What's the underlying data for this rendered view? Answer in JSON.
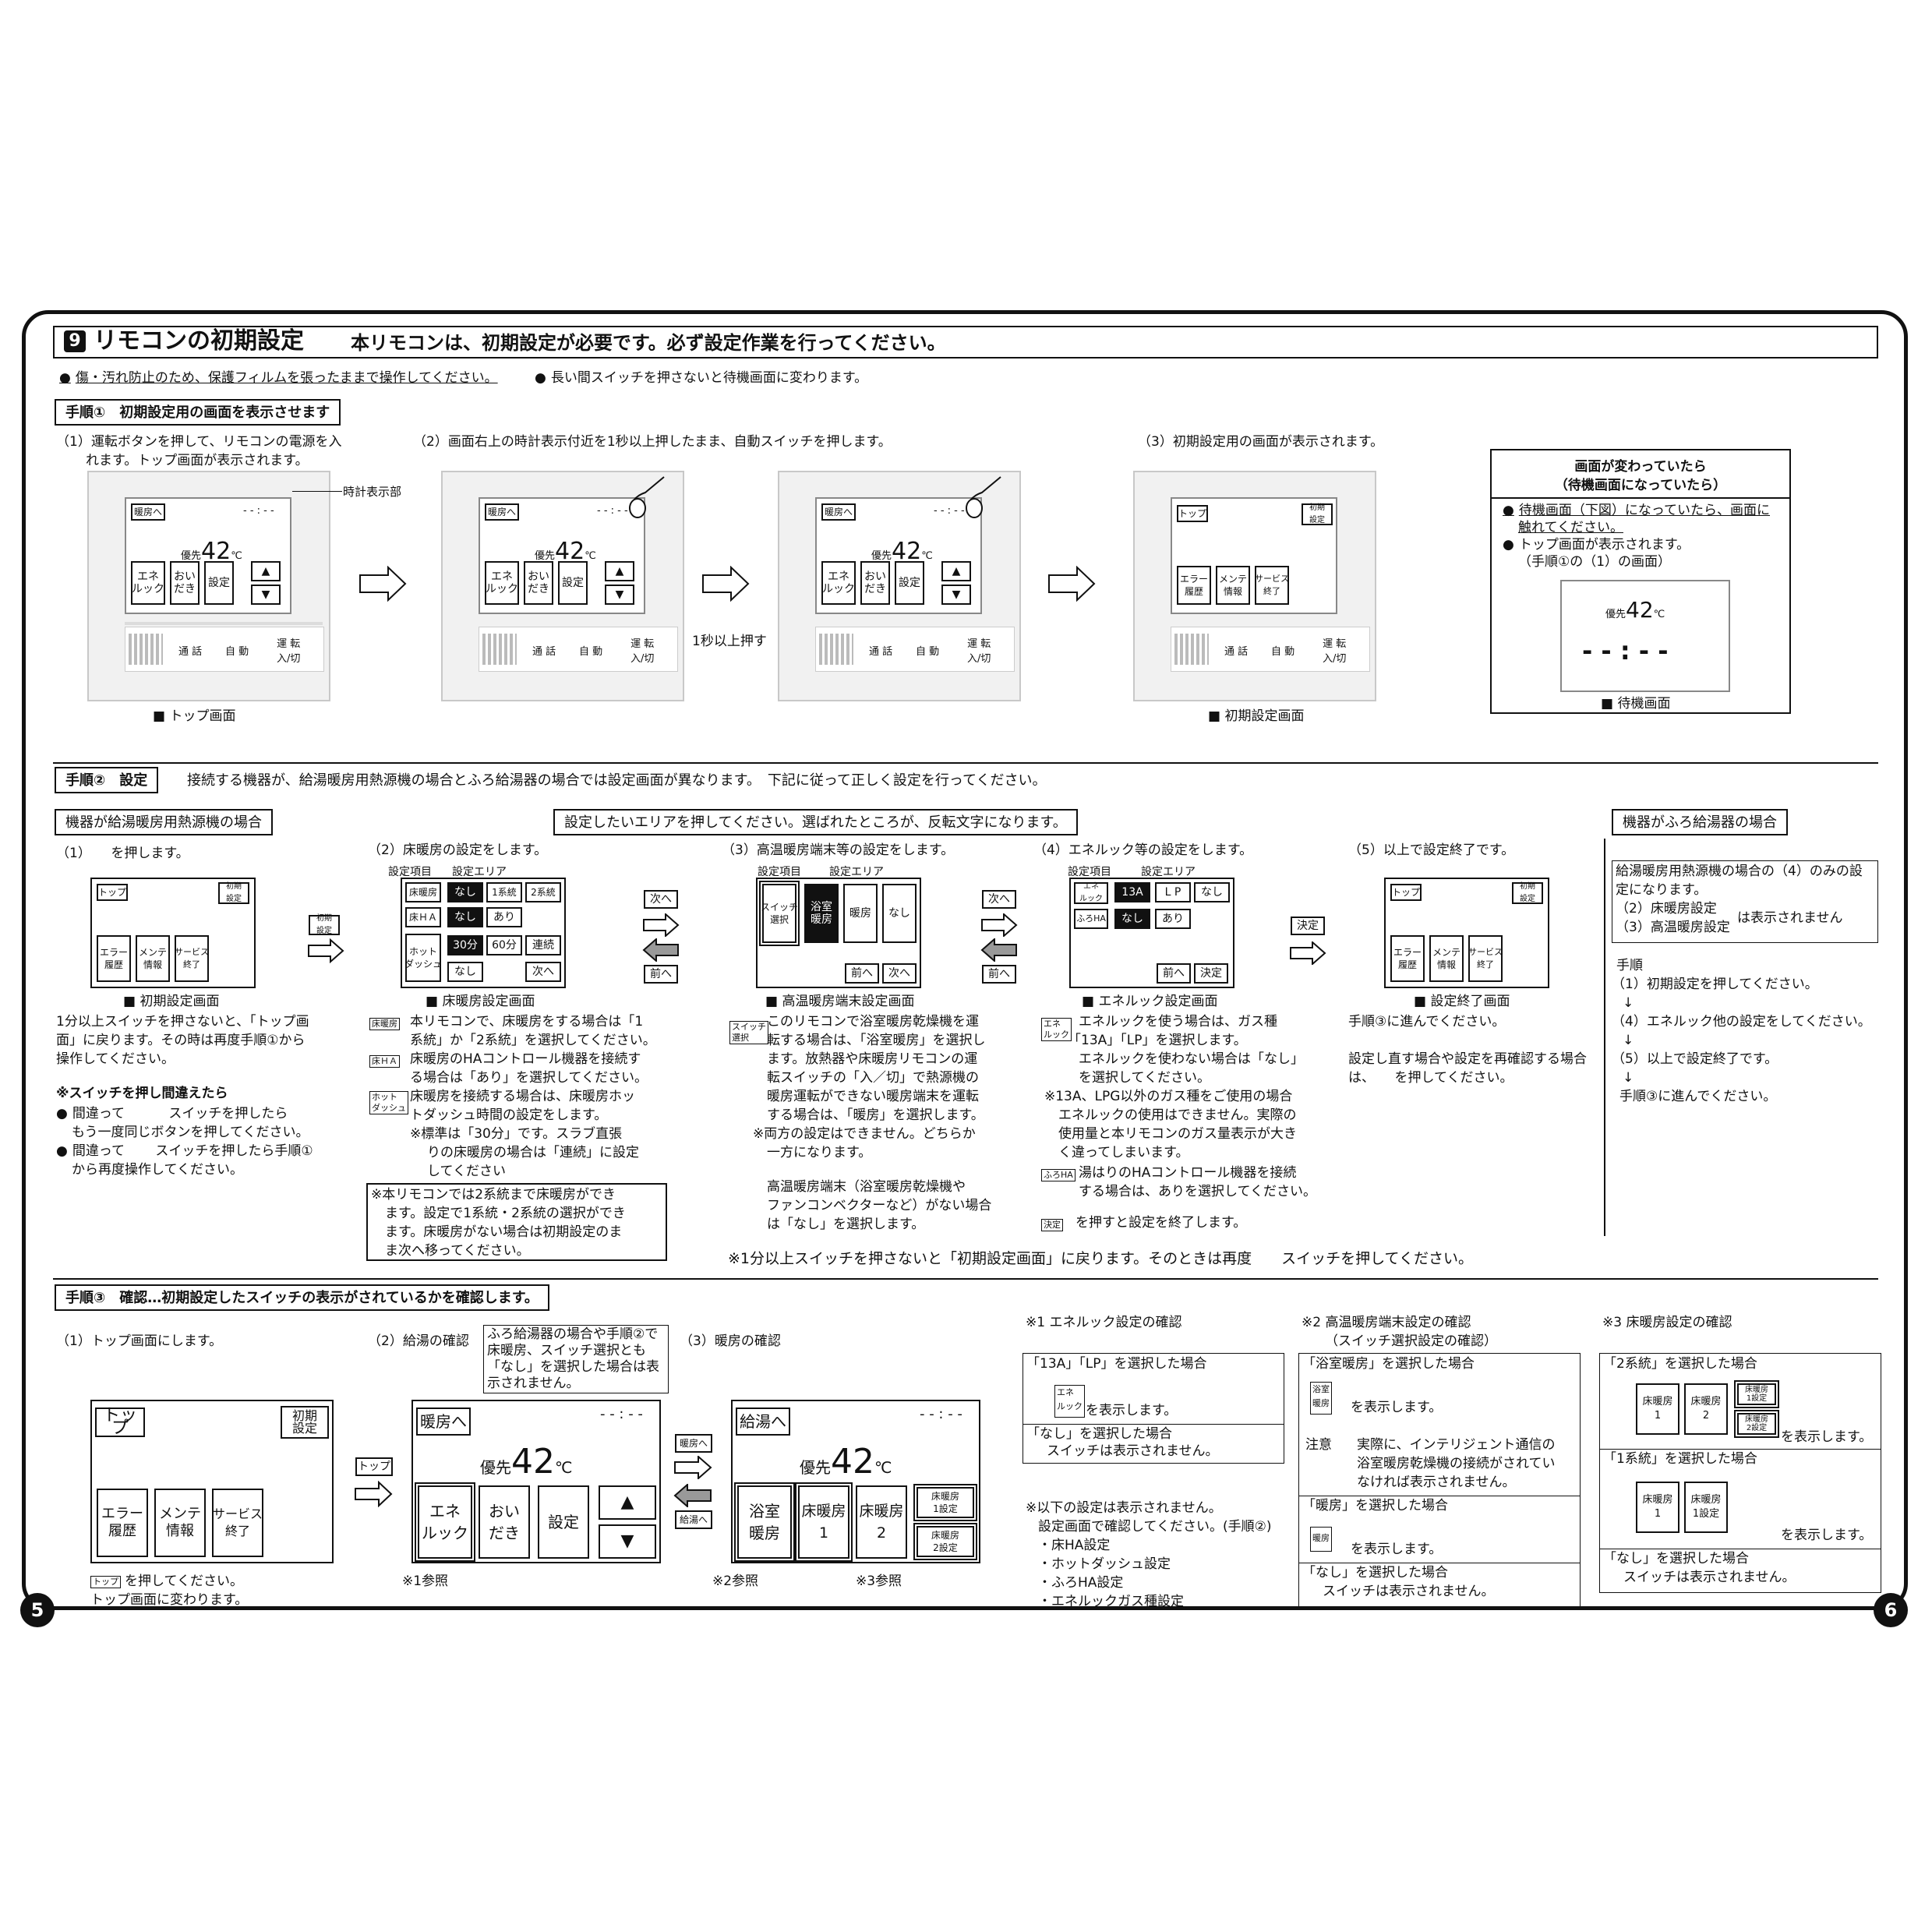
{
  "title": {
    "num": "9",
    "main": "リモコンの初期設定",
    "sub": "本リモコンは、初期設定が必要です。必ず設定作業を行ってください。"
  },
  "notes": [
    "傷・汚れ防止のため、保護フィルムを張ったままで操作してください。",
    "長い間スイッチを押さないと待機画面に変わります。"
  ],
  "step1": {
    "label": "手順①　初期設定用の画面を表示させます",
    "s1": "（1）運転ボタンを押して、リモコンの電源を入",
    "s1b": "れます。トップ画面が表示されます。",
    "s2": "（2）画面右上の時計表示付近を1秒以上押したまま、自動スイッチを押します。",
    "s3": "（3）初期設定用の画面が表示されます。",
    "clock_label": "時計表示部",
    "press_label": "1秒以上押す",
    "cap_top": "■ トップ画面",
    "cap_init": "■ 初期設定画面",
    "box_title1": "画面が変わっていたら",
    "box_title2": "（待機画面になっていたら）",
    "box_b1a": "待機画面（下図）になっていたら、画面に",
    "box_b1b": "触れてください。",
    "box_b2": "トップ画面が表示されます。",
    "box_b2b": "（手順①の（1）の画面）",
    "cap_standby": "■ 待機画面"
  },
  "remote": {
    "danbou_he": "暖房へ",
    "clock": "- - : - -",
    "yusen": "優先",
    "temp": "42",
    "unit": "℃",
    "ene": "エネ\nルック",
    "oidaki": "おい\nだき",
    "settei": "設定",
    "tsuwa": "通 話",
    "jido": "自 動",
    "unten": "運 転\n入/切",
    "top": "トップ",
    "shoki": "初期\n設定",
    "error": "エラー\n履歴",
    "mente": "メンテ\n情報",
    "service": "サービス\n終了"
  },
  "step2": {
    "label": "手順②　設定",
    "desc": "接続する機器が、給湯暖房用熱源機の場合とふろ給湯器の場合では設定画面が異なります。　下記に従って正しく設定を行ってください。",
    "left_head": "機器が給湯暖房用熱源機の場合",
    "center_head": "設定したいエリアを押してください。選ばれたところが、反転文字になります。",
    "right_head": "機器がふろ給湯器の場合",
    "c1": "（1）　　を押します。",
    "c2": "（2）床暖房の設定をします。",
    "c3": "（3）高温暖房端末等の設定をします。",
    "c4": "（4）エネルック等の設定をします。",
    "c5": "（5）以上で設定終了です。",
    "settei_komoku": "設定項目",
    "settei_area": "設定エリア",
    "cap1": "■ 初期設定画面",
    "cap2": "■ 床暖房設定画面",
    "cap3": "■ 高温暖房端末設定画面",
    "cap4": "■ エネルック設定画面",
    "cap5": "■ 設定終了画面",
    "floor": {
      "r1": [
        "床暖房",
        "なし",
        "1系統",
        "2系統"
      ],
      "r2": [
        "床ＨＡ",
        "なし",
        "あり"
      ],
      "r3": [
        "ホット\nダッシュ",
        "30分",
        "60分",
        "連続"
      ],
      "r4": [
        "なし",
        "次へ"
      ]
    },
    "hi": {
      "sw": "スイッチ\n選択",
      "a": "浴室\n暖房",
      "b": "暖房",
      "c": "なし",
      "prev": "前へ",
      "next": "次へ"
    },
    "ene": {
      "ene": "エネ\nルック",
      "a": "13A",
      "b": "L P",
      "c": "なし",
      "furo": "ふろHA",
      "d": "なし",
      "e": "あり",
      "prev": "前へ",
      "dec": "決定"
    },
    "nav_next": "次へ",
    "nav_prev": "前へ",
    "nav_dec": "決定",
    "l1": "1分以上スイッチを押さないと、「トップ画",
    "l2": "面」に戻ります。その時は再度手順①から",
    "l3": "操作してください。",
    "l4": "※スイッチを押し間違えたら",
    "l5": "間違って　　 　スイッチを押したら",
    "l6": "もう一度同じボタンを押してください。",
    "l7": "間違って　　 スイッチを押したら手順①",
    "l8": "から再度操作してください。",
    "f1": "本リモコンで、床暖房をする場合は「1",
    "f1b": "系統」か「2系統」を選択してください。",
    "f2": "床暖房のHAコントロール機器を接続す",
    "f2b": "る場合は「あり」を選択してください。",
    "f3": "床暖房を接続する場合は、床暖房ホッ",
    "f3b": "トダッシュ時間の設定をします。",
    "f3c": "※標準は「30分」です。スラブ直張",
    "f3d": "りの床暖房の場合は「連続」に設定",
    "f3e": "してください",
    "fn1": "※本リモコンでは2系統まで床暖房ができ",
    "fn2": "ます。設定で1系統・2系統の選択ができ",
    "fn3": "ます。床暖房がない場合は初期設定のま",
    "fn4": "ま次へ移ってください。",
    "h1": "このリモコンで浴室暖房乾燥機を運",
    "h2": "転する場合は、「浴室暖房」を選択し",
    "h3": "ます。放熱器や床暖房リモコンの運",
    "h4": "転スイッチの「入／切」で熱源機の",
    "h5": "暖房運転ができない暖房端末を運転",
    "h6": "する場合は、「暖房」を選択します。",
    "h7": "※両方の設定はできません。どちらか",
    "h8": "一方になります。",
    "h9": "高温暖房端末（浴室暖房乾燥機や",
    "h10": "ファンコンベクターなど）がない場合",
    "h11": "は「なし」を選択します。",
    "e1": "エネルックを使う場合は、ガス種",
    "e2": "「13A」「LP」を選択します。",
    "e3": "エネルックを使わない場合は「なし」",
    "e4": "を選択してください。",
    "e5": "※13A、LPG以外のガス種をご使用の場合",
    "e6": "エネルックの使用はできません。実際の",
    "e7": "使用量と本リモコンのガス量表示が大き",
    "e8": "く違ってしまいます。",
    "e9": "湯はりのHAコントロール機器を接続",
    "e10": "する場合は、ありを選択してください。",
    "e11": "を押すと設定を終了します。",
    "d1": "手順③に進んでください。",
    "d2": "設定し直す場合や設定を再確認する場合",
    "d3": "は、　　を押してください。",
    "r1": "給湯暖房用熱源機の場合の（4）のみの設",
    "r2": "定になります。",
    "r3": "（2）床暖房設定",
    "r4": "（3）高温暖房設定",
    "r5": "は表示されません",
    "r6": "手順",
    "r7": "（1）初期設定を押してください。",
    "r8": "（4）エネルック他の設定をしてください。",
    "r9": "（5）以上で設定終了です。",
    "r10": "手順③に進んでください。",
    "bottom": "※1分以上スイッチを押さないと「初期設定画面」に戻ります。そのときは再度　　スイッチを押してください。"
  },
  "step3": {
    "label": "手順③　確認…初期設定したスイッチの表示がされているかを確認します。",
    "c1": "（1）トップ画面にします。",
    "c2": "（2）給湯の確認",
    "c3": "（3）暖房の確認",
    "note1": "ふろ給湯器の場合や手順②で",
    "note2": "床暖房、スイッチ選択とも",
    "note3": "「なし」を選択した場合は表",
    "note4": "示されません。",
    "top_hint1": "を押してください。",
    "top_hint2": "トップ画面に変わります。",
    "ref1": "※1参照",
    "ref2": "※2参照",
    "ref3": "※3参照",
    "kyuto_he": "給湯へ",
    "yukutsu": "浴室\n暖房",
    "yuka1": "床暖房\n1",
    "yuka2": "床暖房\n2",
    "yuka1s": "床暖房\n1設定",
    "yuka2s": "床暖房\n2設定",
    "btn_top": "トップ",
    "btn_danbou": "暖房へ",
    "btn_kyuto": "給湯へ",
    "n1_title": "※1 エネルック設定の確認",
    "n1_a": "「13A」「LP」を選択した場合",
    "n1_b": "を表示します。",
    "n1_c": "「なし」を選択した場合",
    "n1_d": "スイッチは表示されません。",
    "n1_e": "※以下の設定は表示されません。",
    "n1_f": "設定画面で確認してください。(手順②)",
    "n1_g": "・床HA設定",
    "n1_h": "・ホットダッシュ設定",
    "n1_i": "・ふろHA設定",
    "n1_j": "・エネルックガス種設定",
    "n2_title": "※2 高温暖房端末設定の確認",
    "n2_sub": "（スイッチ選択設定の確認）",
    "n2_a": "「浴室暖房」を選択した場合",
    "n2_b": "を表示します。",
    "n2_c": "注意",
    "n2_d": "実際に、インテリジェント通信の",
    "n2_e": "浴室暖房乾燥機の接続がされてい",
    "n2_f": "なければ表示されません。",
    "n2_g": "「暖房」を選択した場合",
    "n2_h": "を表示します。",
    "n2_i": "「なし」を選択した場合",
    "n2_j": "スイッチは表示されません。",
    "n3_title": "※3 床暖房設定の確認",
    "n3_a": "「2系統」を選択した場合",
    "n3_b": "を表示します。",
    "n3_c": "「1系統」を選択した場合",
    "n3_d": "を表示します。",
    "n3_e": "「なし」を選択した場合",
    "n3_f": "スイッチは表示されません。"
  },
  "pages": {
    "left": "5",
    "right": "6"
  }
}
